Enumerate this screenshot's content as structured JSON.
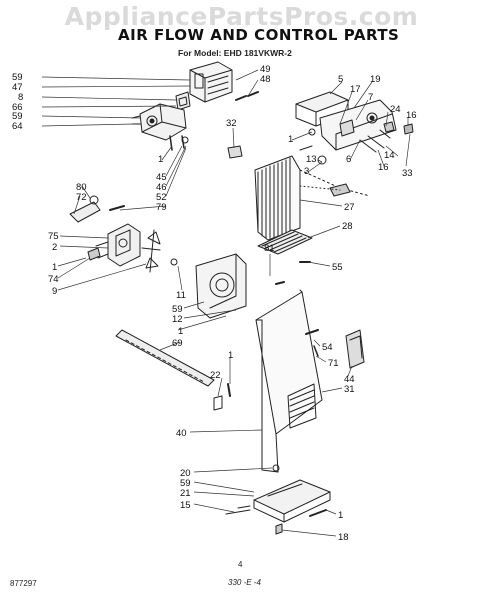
{
  "watermark": "AppliancePartsPros.com",
  "title": "AIR FLOW AND CONTROL PARTS",
  "subtitle": "For Model: EHD 181VKWR-2",
  "page_number": "4",
  "doc_code_left": "877297",
  "doc_code_right": "330 -E -4",
  "callouts": [
    {
      "id": "c59a",
      "text": "59"
    },
    {
      "id": "c47",
      "text": "47"
    },
    {
      "id": "c8",
      "text": "8"
    },
    {
      "id": "c66",
      "text": "66"
    },
    {
      "id": "c59b",
      "text": "59"
    },
    {
      "id": "c64",
      "text": "64"
    },
    {
      "id": "c49",
      "text": "49"
    },
    {
      "id": "c48",
      "text": "48"
    },
    {
      "id": "c5",
      "text": "5"
    },
    {
      "id": "c19",
      "text": "19"
    },
    {
      "id": "c17",
      "text": "17"
    },
    {
      "id": "c7",
      "text": "7"
    },
    {
      "id": "c24",
      "text": "24"
    },
    {
      "id": "c16a",
      "text": "16"
    },
    {
      "id": "c32",
      "text": "32"
    },
    {
      "id": "c1a",
      "text": "1"
    },
    {
      "id": "c13",
      "text": "13"
    },
    {
      "id": "c3",
      "text": "3"
    },
    {
      "id": "c6",
      "text": "6"
    },
    {
      "id": "c16b",
      "text": "16"
    },
    {
      "id": "c14",
      "text": "14"
    },
    {
      "id": "c33",
      "text": "33"
    },
    {
      "id": "c1b",
      "text": "1"
    },
    {
      "id": "c45",
      "text": "45"
    },
    {
      "id": "c46",
      "text": "46"
    },
    {
      "id": "c52",
      "text": "52"
    },
    {
      "id": "c79",
      "text": "79"
    },
    {
      "id": "c80",
      "text": "80"
    },
    {
      "id": "c72",
      "text": "72"
    },
    {
      "id": "c27",
      "text": "27"
    },
    {
      "id": "c28",
      "text": "28"
    },
    {
      "id": "c75",
      "text": "75"
    },
    {
      "id": "c2",
      "text": "2"
    },
    {
      "id": "c1c",
      "text": "1"
    },
    {
      "id": "c74",
      "text": "74"
    },
    {
      "id": "c9",
      "text": "9"
    },
    {
      "id": "c81",
      "text": "81"
    },
    {
      "id": "c55",
      "text": "55"
    },
    {
      "id": "c11",
      "text": "11"
    },
    {
      "id": "c59c",
      "text": "59"
    },
    {
      "id": "c12",
      "text": "12"
    },
    {
      "id": "c1d",
      "text": "1"
    },
    {
      "id": "c69",
      "text": "69"
    },
    {
      "id": "c54",
      "text": "54"
    },
    {
      "id": "c71",
      "text": "71"
    },
    {
      "id": "c44",
      "text": "44"
    },
    {
      "id": "c31",
      "text": "31"
    },
    {
      "id": "c1e",
      "text": "1"
    },
    {
      "id": "c22",
      "text": "22"
    },
    {
      "id": "c40",
      "text": "40"
    },
    {
      "id": "c20",
      "text": "20"
    },
    {
      "id": "c59d",
      "text": "59"
    },
    {
      "id": "c21",
      "text": "21"
    },
    {
      "id": "c15",
      "text": "15"
    },
    {
      "id": "c1f",
      "text": "1"
    },
    {
      "id": "c18",
      "text": "18"
    }
  ]
}
